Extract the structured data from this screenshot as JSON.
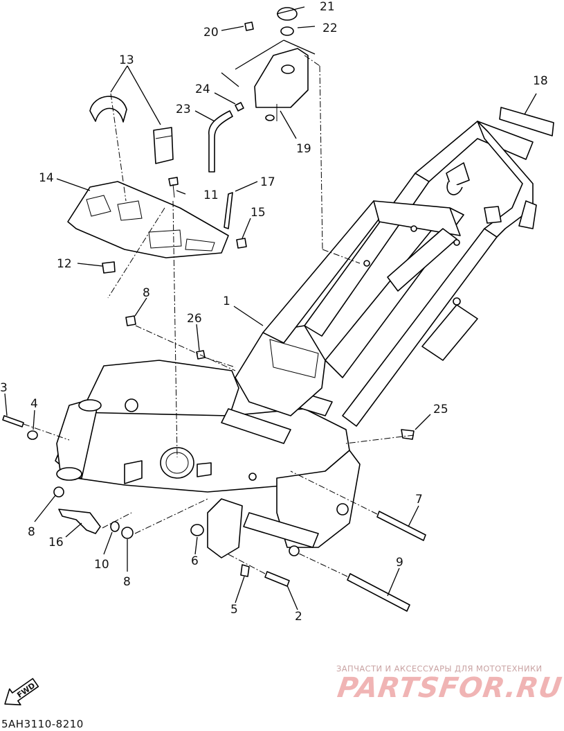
{
  "diagram": {
    "callouts": [
      {
        "id": "1",
        "text": "1"
      },
      {
        "id": "2",
        "text": "2"
      },
      {
        "id": "3",
        "text": "3"
      },
      {
        "id": "4",
        "text": "4"
      },
      {
        "id": "5",
        "text": "5"
      },
      {
        "id": "6",
        "text": "6"
      },
      {
        "id": "7",
        "text": "7"
      },
      {
        "id": "8a",
        "text": "8"
      },
      {
        "id": "8b",
        "text": "8"
      },
      {
        "id": "8c",
        "text": "8"
      },
      {
        "id": "9",
        "text": "9"
      },
      {
        "id": "10",
        "text": "10"
      },
      {
        "id": "11",
        "text": "11"
      },
      {
        "id": "12",
        "text": "12"
      },
      {
        "id": "13",
        "text": "13"
      },
      {
        "id": "14",
        "text": "14"
      },
      {
        "id": "15",
        "text": "15"
      },
      {
        "id": "16",
        "text": "16"
      },
      {
        "id": "17",
        "text": "17"
      },
      {
        "id": "18",
        "text": "18"
      },
      {
        "id": "19",
        "text": "19"
      },
      {
        "id": "20",
        "text": "20"
      },
      {
        "id": "21",
        "text": "21"
      },
      {
        "id": "22",
        "text": "22"
      },
      {
        "id": "23",
        "text": "23"
      },
      {
        "id": "24",
        "text": "24"
      },
      {
        "id": "25",
        "text": "25"
      },
      {
        "id": "26",
        "text": "26"
      }
    ],
    "fwd_label": "FWD",
    "part_code": "5AH3110-8210"
  },
  "watermark": {
    "tagline": "ЗАПЧАСТИ И АКСЕССУАРЫ ДЛЯ МОТОТЕХНИКИ",
    "logo": "PARTSFOR.RU",
    "color": "#f0b4b4"
  }
}
